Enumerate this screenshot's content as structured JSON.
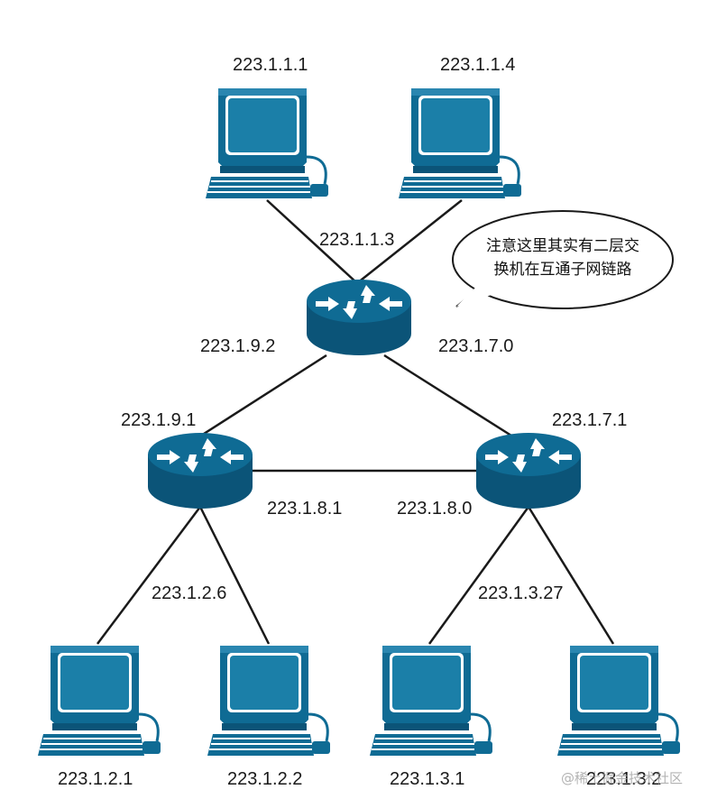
{
  "colors": {
    "device": "#0f6b94",
    "device_dark": "#0b5478",
    "device_light": "#2a86b0",
    "screen": "#1b7fa8",
    "line": "#1a1a1a",
    "background": "#ffffff"
  },
  "icons": {
    "router": "router-icon",
    "host": "computer-icon"
  },
  "labels": {
    "top_left_host": "223.1.1.1",
    "top_right_host": "223.1.1.4",
    "top_router_link": "223.1.1.3",
    "top_router_left": "223.1.9.2",
    "top_router_right": "223.1.7.0",
    "left_router_top": "223.1.9.1",
    "right_router_top": "223.1.7.1",
    "left_router_right": "223.1.8.1",
    "right_router_left": "223.1.8.0",
    "left_router_down": "223.1.2.6",
    "right_router_down": "223.1.3.27",
    "bottom_host_1": "223.1.2.1",
    "bottom_host_2": "223.1.2.2",
    "bottom_host_3": "223.1.3.1",
    "bottom_host_4": "223.1.3.2"
  },
  "callout": {
    "line1": "注意这里其实有二层交",
    "line2": "换机在互通子网链路"
  },
  "watermark": "@稀土掘金技术社区"
}
